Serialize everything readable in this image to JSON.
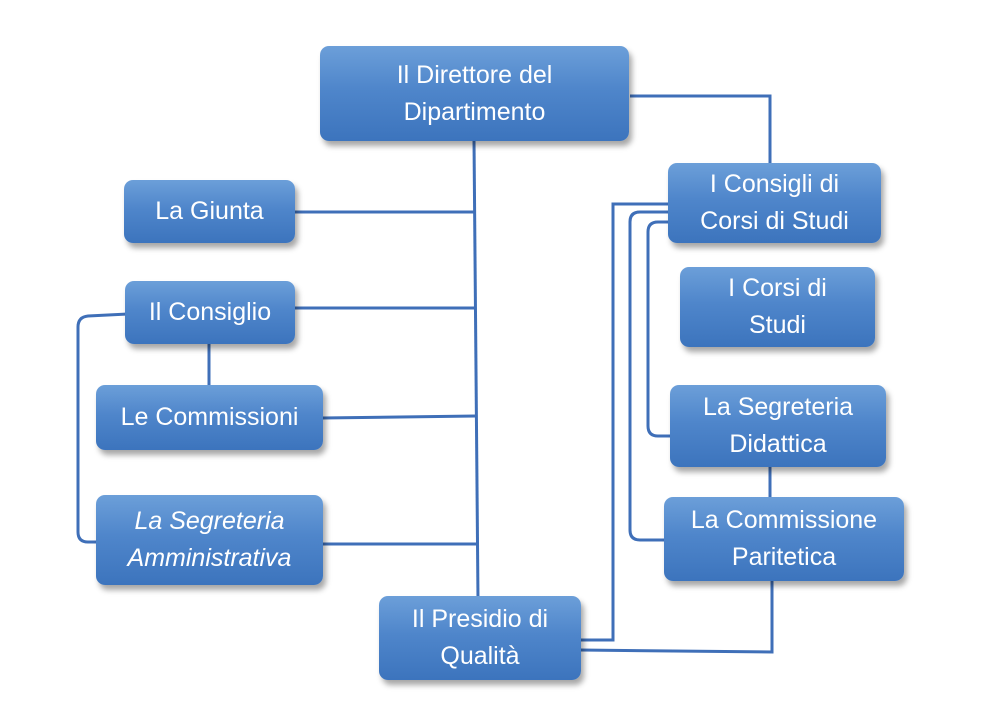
{
  "nodes": {
    "direttore": "Il Direttore del\nDipartimento",
    "giunta": "La Giunta",
    "consiglio": "Il Consiglio",
    "commissioni": "Le Commissioni",
    "segreteria_amministrativa": "La Segreteria\nAmministrativa",
    "presidio": "Il Presidio di\nQualità",
    "consigli_corsi": "I Consigli di\nCorsi di Studi",
    "corsi_studi": "I Corsi di\nStudi",
    "segreteria_didattica": "La Segreteria\nDidattica",
    "commissione_paritetica": "La Commissione\nParitetica"
  }
}
